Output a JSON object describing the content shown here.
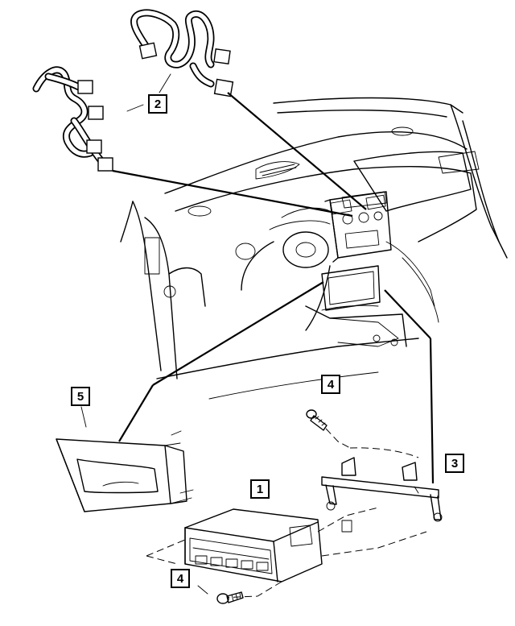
{
  "callouts": [
    {
      "id": "callout-1",
      "label": "1"
    },
    {
      "id": "callout-2",
      "label": "2"
    },
    {
      "id": "callout-3",
      "label": "3"
    },
    {
      "id": "callout-4-top",
      "label": "4"
    },
    {
      "id": "callout-4-bottom",
      "label": "4"
    },
    {
      "id": "callout-5",
      "label": "5"
    }
  ]
}
